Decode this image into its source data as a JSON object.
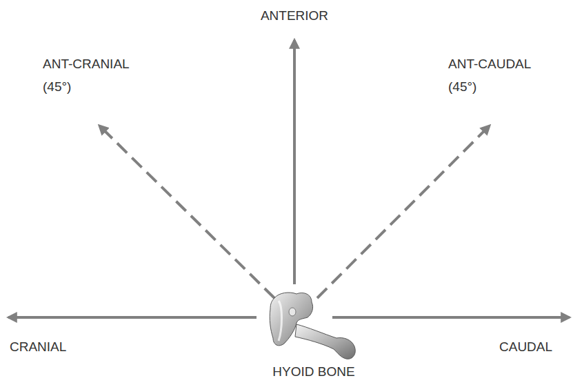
{
  "diagram": {
    "labels": [
      "ANTERIOR",
      "ANT-CRANIAL (45°)",
      "ANT-CAUDAL (45°)",
      "CRANIAL",
      "CAUDAL",
      "HYOID BONE"
    ]
  }
}
